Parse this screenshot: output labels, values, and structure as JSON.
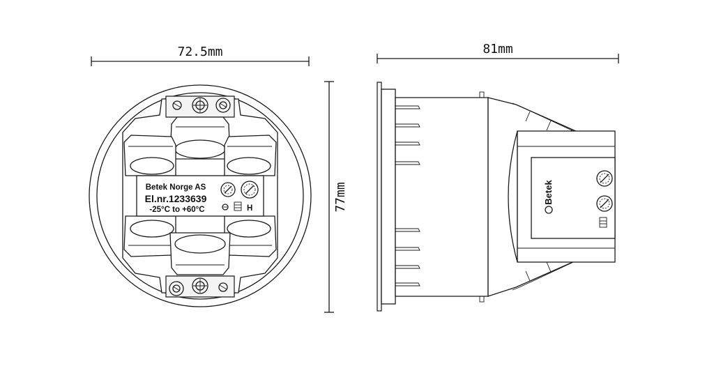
{
  "dimensions": {
    "width": "72.5mm",
    "depth": "81mm",
    "height": "77mm"
  },
  "front_label": {
    "maker": "Betek Norge AS",
    "elnr": "El.nr.1233639",
    "temp": "-25°C to +60°C",
    "h_mark": "H"
  },
  "side_label": {
    "brand": "Betek"
  }
}
